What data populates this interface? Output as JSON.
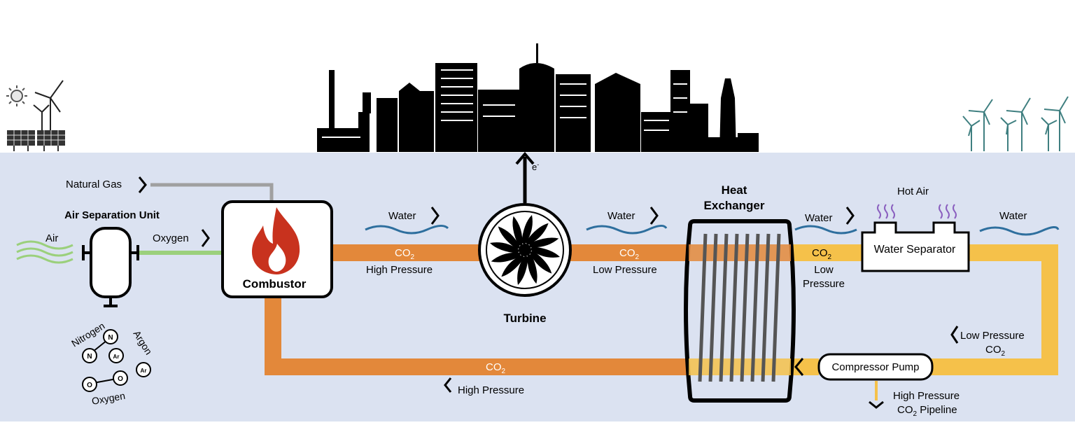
{
  "labels": {
    "air": "Air",
    "air_separation_unit": "Air Separation Unit",
    "oxygen_flow": "Oxygen",
    "natural_gas": "Natural Gas",
    "combustor": "Combustor",
    "water_1": "Water",
    "co2_1": "CO",
    "sub_1": "2",
    "high_pressure_1": "High Pressure",
    "electron": "e",
    "electron_sup": "-",
    "turbine": "Turbine",
    "water_2": "Water",
    "co2_2": "CO",
    "sub_2": "2",
    "low_pressure_1": "Low Pressure",
    "heat": "Heat",
    "exchanger": "Exchanger",
    "water_3": "Water",
    "co2_3": "CO",
    "sub_3": "2",
    "low_3a": "Low",
    "pressure_3b": "Pressure",
    "hot_air": "Hot Air",
    "water_separator": "Water Separator",
    "water_4": "Water",
    "low_pressure_4": "Low Pressure",
    "co2_4": "CO",
    "sub_4": "2",
    "compressor_pump": "Compressor Pump",
    "high_pressure_5": "High Pressure",
    "co2_5": "CO",
    "sub_5": "2",
    "pipeline": " Pipeline",
    "co2_6": "CO",
    "sub_6": "2",
    "high_pressure_6": "High Pressure",
    "nitrogen": "Nitrogen",
    "argon": "Argon",
    "oxygen_mol": "Oxygen",
    "atom_n": "N",
    "atom_ar": "Ar",
    "atom_o": "O"
  },
  "colors": {
    "background_band": "#dbe2f1",
    "hot_pipe": "#e3883a",
    "cool_pipe": "#f5c14a",
    "oxygen_line": "#9bd07c",
    "gas_line": "#a0a0a0",
    "water_wave": "#2e6f9e",
    "flame": "#c8321e",
    "steam": "#8a5fbf",
    "wind_turbine_teal": "#3f7f80"
  },
  "icons": [
    "sun-icon",
    "solar-panel-icon",
    "wind-turbine-icon",
    "flame-icon",
    "turbine-fan-icon",
    "city-skyline-icon",
    "chevron-icon",
    "air-wave-icon",
    "water-wave-icon",
    "steam-icon",
    "molecule-icon"
  ]
}
